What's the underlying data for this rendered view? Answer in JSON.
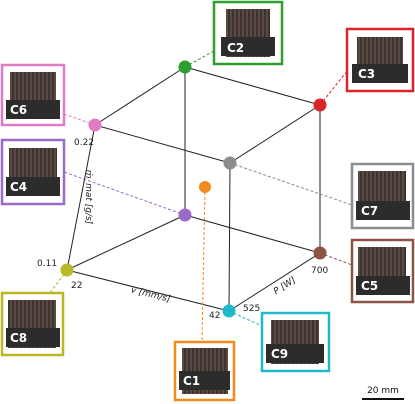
{
  "axes": {
    "mass_flow": {
      "label": "ṁ_mat [g/s]",
      "ticks": [
        "0.11",
        "0.22"
      ]
    },
    "speed": {
      "label": "v [mm/s]",
      "ticks": [
        "22",
        "42"
      ]
    },
    "power": {
      "label": "P [W]",
      "ticks": [
        "525",
        "700"
      ]
    }
  },
  "samples": [
    {
      "id": "C1",
      "label": "C1",
      "color": "#f28a1e"
    },
    {
      "id": "C2",
      "label": "C2",
      "color": "#2e9e2e"
    },
    {
      "id": "C3",
      "label": "C3",
      "color": "#d9242b"
    },
    {
      "id": "C4",
      "label": "C4",
      "color": "#9a6bc9"
    },
    {
      "id": "C5",
      "label": "C5",
      "color": "#8b5446"
    },
    {
      "id": "C6",
      "label": "C6",
      "color": "#e07cc6"
    },
    {
      "id": "C7",
      "label": "C7",
      "color": "#8c8c8c"
    },
    {
      "id": "C8",
      "label": "C8",
      "color": "#b9b82a"
    },
    {
      "id": "C9",
      "label": "C9",
      "color": "#20b9c9"
    }
  ],
  "scalebar": {
    "label": "20 mm"
  }
}
